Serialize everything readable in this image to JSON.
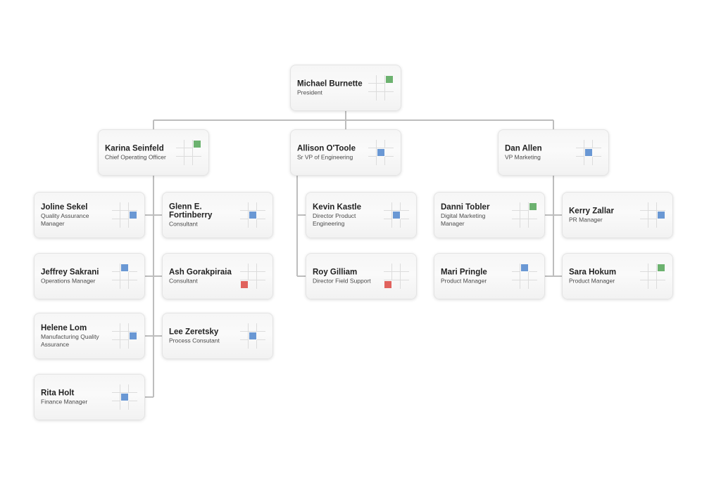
{
  "colors": {
    "green": "#6cb26f",
    "blue": "#6a98d4",
    "red": "#e0625d",
    "connector": "#bdbdbd"
  },
  "people": [
    {
      "id": "michael",
      "name": "Michael Burnette",
      "title": "President",
      "marker": {
        "row": 0,
        "col": 2,
        "color": "green"
      }
    },
    {
      "id": "karina",
      "name": "Karina Seinfeld",
      "title": "Chief Operating Officer",
      "marker": {
        "row": 0,
        "col": 2,
        "color": "green"
      }
    },
    {
      "id": "allison",
      "name": "Allison O'Toole",
      "title": "Sr VP of Engineering",
      "marker": {
        "row": 1,
        "col": 1,
        "color": "blue"
      }
    },
    {
      "id": "dan",
      "name": "Dan Allen",
      "title": "VP Marketing",
      "marker": {
        "row": 1,
        "col": 1,
        "color": "blue"
      }
    },
    {
      "id": "joline",
      "name": "Joline Sekel",
      "title": "Quality Assurance Manager",
      "marker": {
        "row": 1,
        "col": 2,
        "color": "blue"
      }
    },
    {
      "id": "glenn",
      "name": "Glenn E. Fortinberry",
      "title": "Consultant",
      "marker": {
        "row": 1,
        "col": 1,
        "color": "blue"
      }
    },
    {
      "id": "jeffrey",
      "name": "Jeffrey Sakrani",
      "title": "Operations Manager",
      "marker": {
        "row": 0,
        "col": 1,
        "color": "blue"
      }
    },
    {
      "id": "ash",
      "name": "Ash Gorakpiraia",
      "title": "Consultant",
      "marker": {
        "row": 2,
        "col": 0,
        "color": "red"
      }
    },
    {
      "id": "helene",
      "name": "Helene Lom",
      "title": "Manufacturing Quality Assurance",
      "marker": {
        "row": 1,
        "col": 2,
        "color": "blue"
      }
    },
    {
      "id": "lee",
      "name": "Lee Zeretsky",
      "title": "Process Consutant",
      "marker": {
        "row": 1,
        "col": 1,
        "color": "blue"
      }
    },
    {
      "id": "rita",
      "name": "Rita Holt",
      "title": "Finance Manager",
      "marker": {
        "row": 1,
        "col": 1,
        "color": "blue"
      }
    },
    {
      "id": "kevin",
      "name": "Kevin Kastle",
      "title": "Director Product Engineering",
      "marker": {
        "row": 1,
        "col": 1,
        "color": "blue"
      }
    },
    {
      "id": "roy",
      "name": "Roy Gilliam",
      "title": "Director Field Support",
      "marker": {
        "row": 2,
        "col": 0,
        "color": "red"
      }
    },
    {
      "id": "danni",
      "name": "Danni Tobler",
      "title": "Digital Marketing Manager",
      "marker": {
        "row": 0,
        "col": 2,
        "color": "green"
      }
    },
    {
      "id": "kerry",
      "name": "Kerry Zallar",
      "title": "PR Manager",
      "marker": {
        "row": 1,
        "col": 2,
        "color": "blue"
      }
    },
    {
      "id": "mari",
      "name": "Mari Pringle",
      "title": "Product Manager",
      "marker": {
        "row": 0,
        "col": 1,
        "color": "blue"
      }
    },
    {
      "id": "sara",
      "name": "Sara Hokum",
      "title": "Product Manager",
      "marker": {
        "row": 0,
        "col": 2,
        "color": "green"
      }
    }
  ],
  "reports_to": {
    "karina": "michael",
    "allison": "michael",
    "dan": "michael",
    "joline": "karina",
    "glenn": "karina",
    "jeffrey": "karina",
    "ash": "karina",
    "helene": "karina",
    "lee": "karina",
    "rita": "karina",
    "kevin": "allison",
    "roy": "allison",
    "danni": "dan",
    "kerry": "dan",
    "mari": "dan",
    "sara": "dan"
  }
}
